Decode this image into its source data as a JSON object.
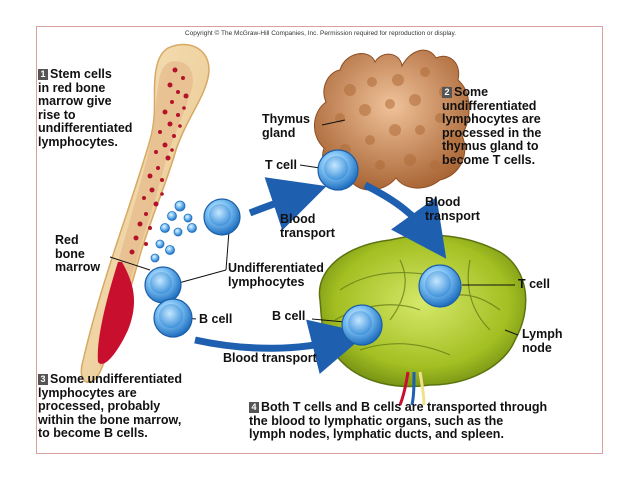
{
  "copyright": "Copyright © The McGraw-Hill Companies, Inc. Permission required for reproduction or display.",
  "steps": [
    {
      "number": "1",
      "text": "Stem cells\nin red bone\nmarrow give\nrise to\nundifferentiated\nlymphocytes."
    },
    {
      "number": "2",
      "text": "Some\nundifferentiated\nlymphocytes are\nprocessed in the\nthymus gland to\nbecome T cells."
    },
    {
      "number": "3",
      "text": "Some undifferentiated\nlymphocytes are\nprocessed, probably\nwithin the bone marrow,\nto become B cells."
    },
    {
      "number": "4",
      "text": "Both T cells and B cells are transported through\nthe blood to lymphatic organs, such as the\nlymph nodes, lymphatic ducts, and spleen."
    }
  ],
  "labels": {
    "thymus_gland": "Thymus\ngland",
    "t_cell_thymus": "T cell",
    "blood_transport_1": "Blood\ntransport",
    "blood_transport_2": "Blood\ntransport",
    "blood_transport_3": "Blood transport",
    "red_bone_marrow": "Red\nbone\nmarrow",
    "undifferentiated_lymphocytes": "Undifferentiated\nlymphocytes",
    "b_cell_marrow": "B cell",
    "b_cell_node": "B cell",
    "t_cell_node": "T cell",
    "lymph_node": "Lymph\nnode"
  },
  "colors": {
    "bone": "#f3d9a6",
    "marrow": "#c8102e",
    "thymus": "#c9875a",
    "lymph_node": "#a8c52a",
    "cell": "#4a9fe0",
    "arrow": "#1f5fb0"
  }
}
